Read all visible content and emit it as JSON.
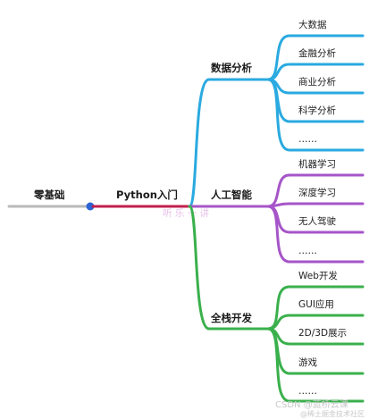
{
  "root": {
    "label": "零基础",
    "color": "#b9b9b9"
  },
  "center": {
    "label": "Python入门",
    "color": "#c21f4e",
    "dot_color": "#2a63d4"
  },
  "branches": [
    {
      "id": "data-analysis",
      "label": "数据分析",
      "color": "#2aaae0",
      "children": [
        "大数据",
        "金融分析",
        "商业分析",
        "科学分析",
        "……"
      ]
    },
    {
      "id": "ai",
      "label": "人工智能",
      "color": "#a655c8",
      "children": [
        "机器学习",
        "深度学习",
        "无人驾驶",
        "……"
      ]
    },
    {
      "id": "fullstack",
      "label": "全栈开发",
      "color": "#3ab04c",
      "children": [
        "Web开发",
        "GUI应用",
        "2D/3D展示",
        "游戏",
        "……"
      ]
    }
  ],
  "watermarks": {
    "center_overlay": "听 乐 一 讲",
    "bottom_right": "CSDN @蓝桥云课",
    "bottom_right_sub": "@稀土掘金技术社区"
  }
}
